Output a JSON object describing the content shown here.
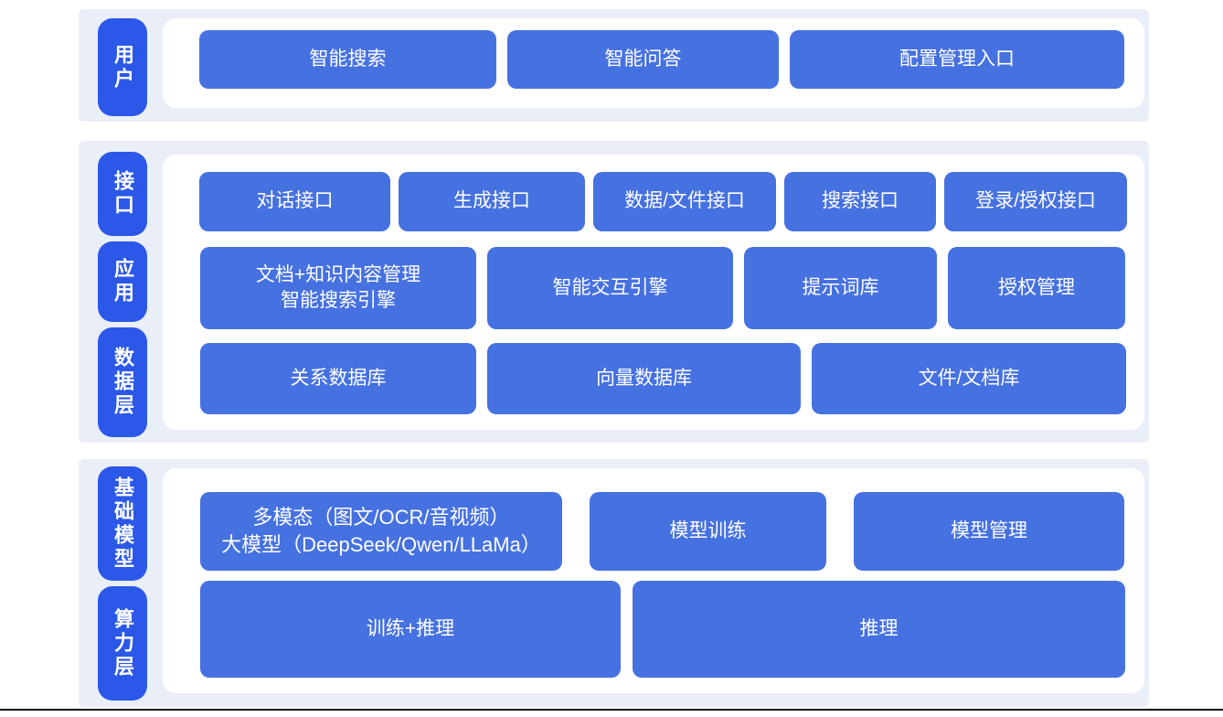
{
  "colors": {
    "section_bg": "#E9EEF7",
    "panel_bg": "#FFFFFF",
    "pill_blue": "#2B58E8",
    "button_blue": "#4671E1",
    "text_white": "#FFFFFF",
    "bottom_line": "#141414"
  },
  "sections": [
    {
      "name": "user-layer",
      "pills": [
        {
          "label": "用户"
        }
      ],
      "rows": [
        {
          "name": "user-entry-row",
          "buttons": [
            {
              "label": "智能搜索"
            },
            {
              "label": "智能问答"
            },
            {
              "label": "配置管理入口"
            }
          ]
        }
      ]
    },
    {
      "name": "interface-application-data-layer",
      "pills": [
        {
          "label": "接口"
        },
        {
          "label": "应用"
        },
        {
          "label": "数据层"
        }
      ],
      "rows": [
        {
          "name": "interface-row",
          "buttons": [
            {
              "label": "对话接口"
            },
            {
              "label": "生成接口"
            },
            {
              "label": "数据/文件接口"
            },
            {
              "label": "搜索接口"
            },
            {
              "label": "登录/授权接口"
            }
          ]
        },
        {
          "name": "application-row",
          "buttons": [
            {
              "label": "文档+知识内容管理\n智能搜索引擎"
            },
            {
              "label": "智能交互引擎"
            },
            {
              "label": "提示词库"
            },
            {
              "label": "授权管理"
            }
          ]
        },
        {
          "name": "data-row",
          "buttons": [
            {
              "label": "关系数据库"
            },
            {
              "label": "向量数据库"
            },
            {
              "label": "文件/文档库"
            }
          ]
        }
      ]
    },
    {
      "name": "foundation-model-compute-layer",
      "pills": [
        {
          "label": "基础模型"
        },
        {
          "label": "算力层"
        }
      ],
      "rows": [
        {
          "name": "model-row",
          "buttons": [
            {
              "label": "多模态（图文/OCR/音视频）\n大模型（DeepSeek/Qwen/LLaMa）"
            },
            {
              "label": "模型训练"
            },
            {
              "label": "模型管理"
            }
          ]
        },
        {
          "name": "compute-row",
          "buttons": [
            {
              "label": "训练+推理"
            },
            {
              "label": "推理"
            }
          ]
        }
      ]
    }
  ]
}
